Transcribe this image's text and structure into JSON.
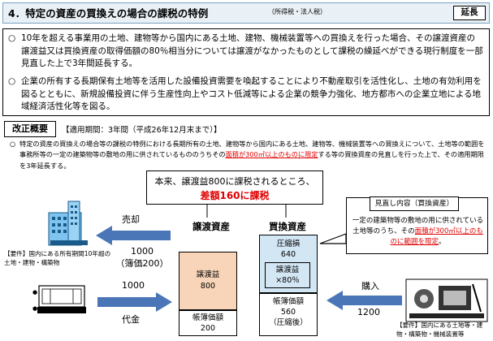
{
  "header": {
    "title": "4．特定の資産の買換えの場合の課税の特例",
    "note": "（所得税・法人税）",
    "badge": "延長"
  },
  "summary": {
    "mark": "○",
    "bullet1": "10年を超える事業用の土地、建物等から国内にある土地、建物、機械装置等への買換えを行った場合、その譲渡資産の譲渡益又は買換資産の取得価額の80％相当分については譲渡がなかったものとして課税の繰延べができる現行制度を一部見直した上で3年間延長する。",
    "bullet2": "企業の所有する長期保有土地等を活用した設備投資需要を喚起することにより不動産取引を活性化し、土地の有効利用を図るとともに、新規設備投資に伴う生産性向上やコスト低減等による企業の競争力強化、地方都市への企業立地による地域経済活性化等を図る。"
  },
  "reform": {
    "label": "改正概要",
    "period": "【適用期間：3年間（平成26年12月末まで）】",
    "mark": "○",
    "desc_part1": "特定の資産の買換えの場合等の課税の特例における長期所有の土地、建物等から国内にある土地、建物等、機械装置等への買換えについて、土地等の範囲を事務所等の一定の建築物等の敷地の用に供されているもののうちその",
    "desc_red": "面積が300㎡以上のものに限定",
    "desc_part2": "する等の買換資産の見直しを行った上で、その適用期限を3年延長する。"
  },
  "diagram": {
    "center_line1": "本来、譲渡益800に課税されるところ、",
    "center_line2": "差額160に課税",
    "transfer_header": "譲渡資産",
    "buy_header": "買換資産",
    "transfer_gain_label": "譲渡益",
    "transfer_gain_value": "800",
    "book_value_label": "帳簿価額",
    "book_value_value": "200",
    "compressed_label": "圧縮損",
    "compressed_value": "640",
    "inner_gain_label": "譲渡益",
    "inner_gain_value": "×80％",
    "buy_book_label": "帳簿価額",
    "buy_book_value": "560",
    "buy_book_note": "（圧縮後）",
    "sell_label": "売却",
    "sell_amount": "1000",
    "sell_book_note": "（簿価200）",
    "payment_amount": "1000",
    "payment_label": "代金",
    "purchase_label": "購入",
    "purchase_price": "1200",
    "req_left": "【要件】国内にある所有期間10年超の土地・建物・構築物",
    "req_right": "【要件】国内にある土地等・建物・構築物・機械装置等",
    "review_title": "見直し内容（買換資産）",
    "review_part1": "一定の建築物等の敷地の用に供されている土地等のうち、その",
    "review_red": "面積が300㎡以上のものに範囲を限定",
    "review_part2": "。"
  },
  "colors": {
    "accent_red": "#e00000",
    "gain_fill": "#f8d5b8",
    "buy_fill": "#d3e6f4",
    "arrow_blue": "#4a76b8",
    "title_fill": "#eaf1f6"
  }
}
